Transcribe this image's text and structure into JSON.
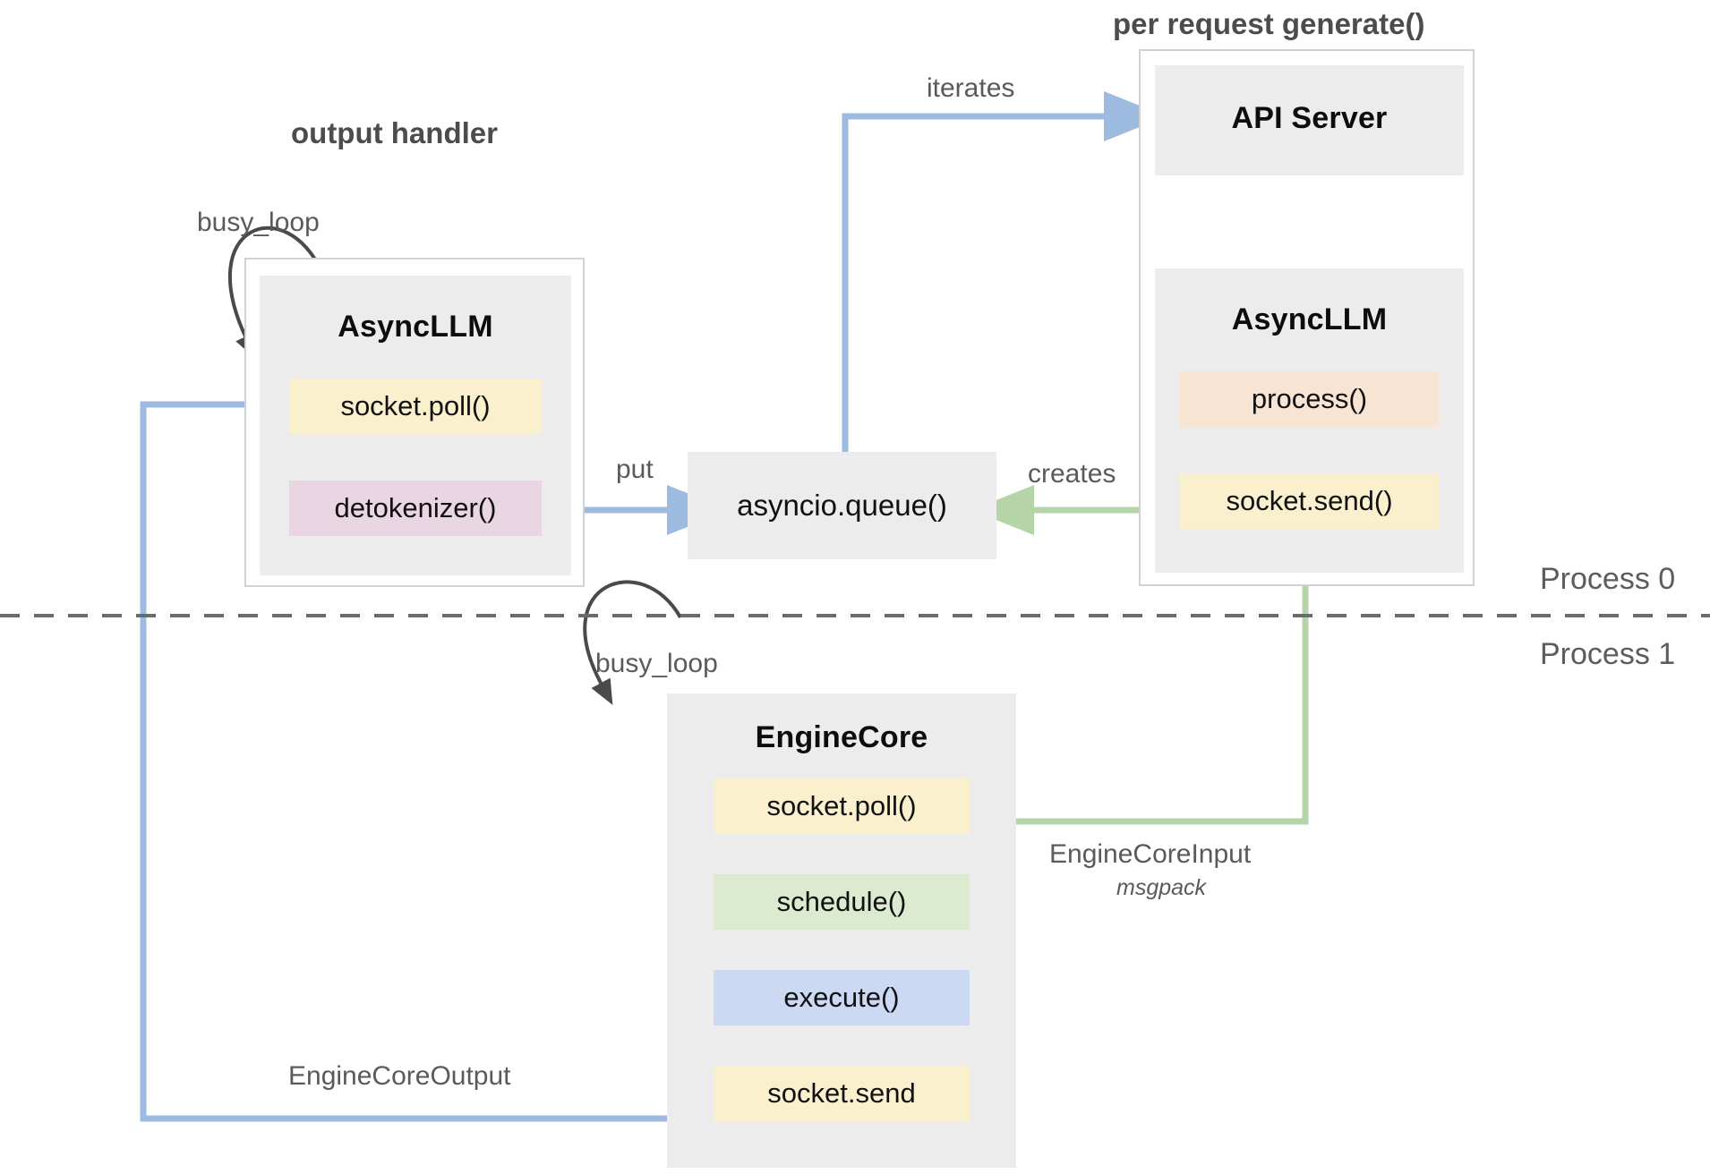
{
  "diagram": {
    "title_groups": [
      {
        "id": "output-handler",
        "label": "output handler"
      },
      {
        "id": "per-request-generate",
        "label": "per request generate()"
      }
    ],
    "process_labels": {
      "process_0": "Process 0",
      "process_1": "Process 1"
    },
    "components": {
      "async_llm_left": {
        "title": "AsyncLLM",
        "methods": [
          {
            "label": "socket.poll()",
            "color": "#faf0cd",
            "tone": "yellow"
          },
          {
            "label": "detokenizer()",
            "color": "#e9d6e2",
            "tone": "pink"
          }
        ]
      },
      "api_server": {
        "title": "API Server"
      },
      "async_llm_right": {
        "title": "AsyncLLM",
        "methods": [
          {
            "label": "process()",
            "color": "#f8e4d2",
            "tone": "orange"
          },
          {
            "label": "socket.send()",
            "color": "#faf0cd",
            "tone": "yellow"
          }
        ]
      },
      "asyncio_queue": {
        "title": "asyncio.queue()"
      },
      "engine_core": {
        "title": "EngineCore",
        "methods": [
          {
            "label": "socket.poll()",
            "color": "#faf0cd",
            "tone": "yellow"
          },
          {
            "label": "schedule()",
            "color": "#dcead0",
            "tone": "green"
          },
          {
            "label": "execute()",
            "color": "#ccd9f3",
            "tone": "blue"
          },
          {
            "label": "socket.send",
            "color": "#faf0cd",
            "tone": "yellow"
          }
        ]
      }
    },
    "edge_labels": {
      "busy_loop_left": "busy_loop",
      "busy_loop_engine": "busy_loop",
      "iterates": "iterates",
      "put": "put",
      "creates": "creates",
      "engine_core_input": "EngineCoreInput",
      "engine_core_input_format": "msgpack",
      "engine_core_output": "EngineCoreOutput"
    },
    "colors": {
      "arrow_blue": "#9dbbe0",
      "arrow_green": "#b5d4a8",
      "arrow_black": "#4a4a4a",
      "box_gray": "#ececec",
      "frame_border": "#d2d2d2",
      "divider": "#6b6b6b",
      "text_dark": "#3d3d3d",
      "text_muted": "#5a5a5a"
    }
  }
}
